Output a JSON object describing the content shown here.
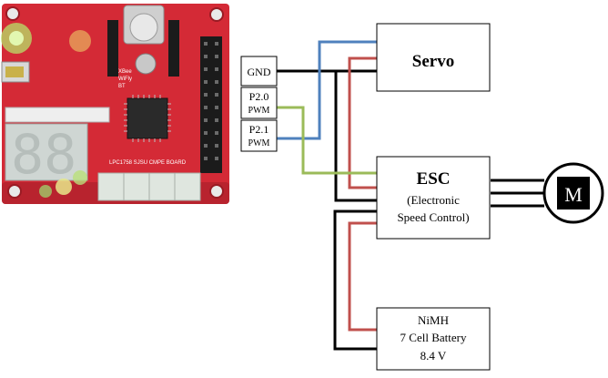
{
  "board": {
    "silkscreen_left": "XBee",
    "silkscreen_left2": "WiFly",
    "silkscreen_left3": "BT",
    "silkscreen_bottom": "LPC1758 SJSU CMPE BOARD"
  },
  "pins": {
    "gnd": "GND",
    "p20_name": "P2.0",
    "p20_type": "PWM",
    "p21_name": "P2.1",
    "p21_type": "PWM"
  },
  "servo": {
    "title": "Servo"
  },
  "esc": {
    "title": "ESC",
    "line1": "(Electronic",
    "line2": "Speed Control)"
  },
  "motor": {
    "label": "M"
  },
  "battery": {
    "line1": "NiMH",
    "line2": "7 Cell Battery",
    "line3": "8.4 V"
  },
  "colors": {
    "wire_black": "#000000",
    "wire_red": "#c0504d",
    "wire_blue": "#4f81bd",
    "wire_green": "#9bbb59",
    "board_red": "#d42a36",
    "board_dark": "#8c1820",
    "chip": "#2a2a2a",
    "header_black": "#1b1b1b"
  }
}
